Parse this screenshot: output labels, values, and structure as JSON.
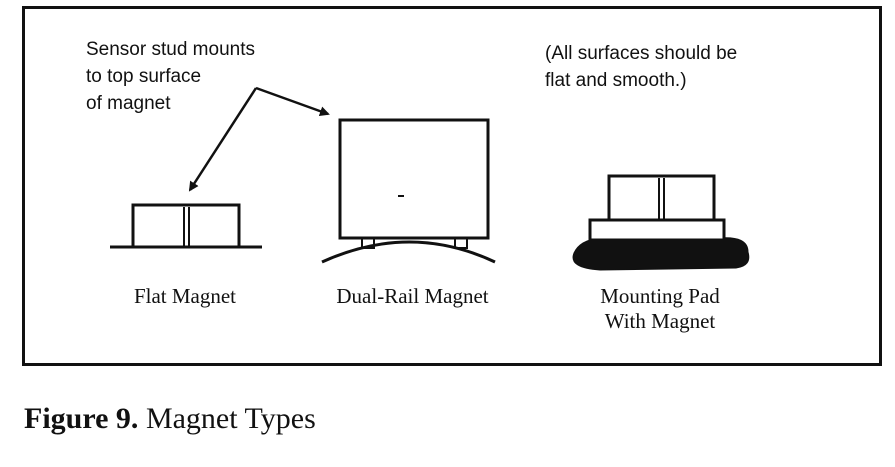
{
  "callouts": {
    "sensor_stud": "Sensor stud mounts\nto top surface\nof magnet",
    "surfaces": "(All surfaces should be\nflat and smooth.)"
  },
  "magnets": [
    {
      "label": "Flat Magnet"
    },
    {
      "label": "Dual-Rail Magnet"
    },
    {
      "label": "Mounting Pad\nWith Magnet"
    }
  ],
  "figure": {
    "number": "Figure 9.",
    "title": " Magnet Types"
  }
}
